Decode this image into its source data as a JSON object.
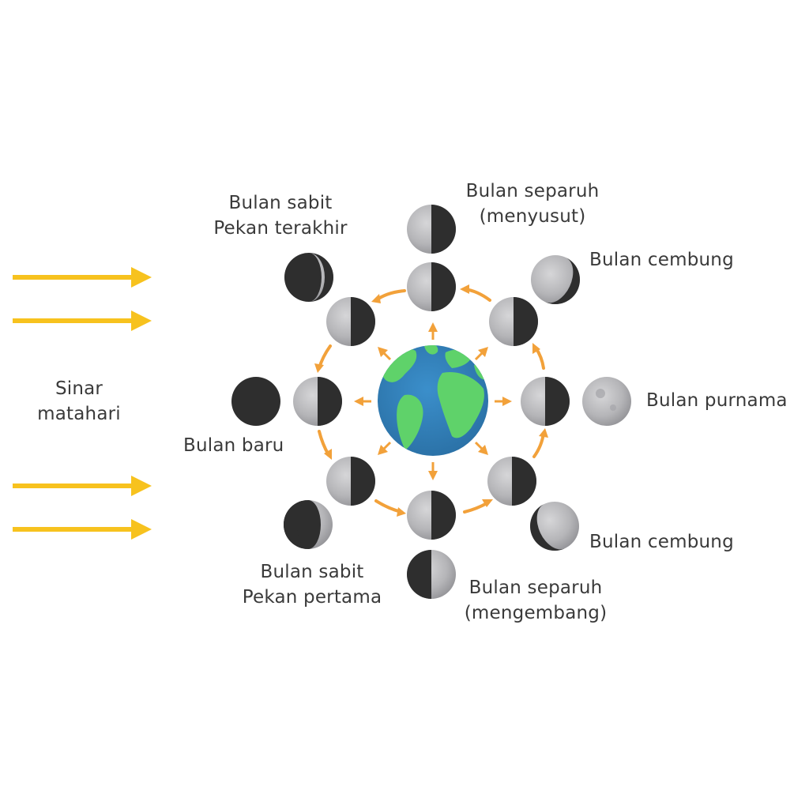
{
  "labels": {
    "sunlight": [
      "Sinar",
      "matahari"
    ],
    "new_moon": [
      "Bulan baru"
    ],
    "waxing_crescent": [
      "Bulan sabit",
      "Pekan pertama"
    ],
    "first_quarter": [
      "Bulan separuh",
      "(mengembang)"
    ],
    "waxing_gibbous": [
      "Bulan cembung"
    ],
    "full_moon": [
      "Bulan purnama"
    ],
    "waning_gibbous": [
      "Bulan cembung"
    ],
    "last_quarter": [
      "Bulan separuh",
      "(menyusut)"
    ],
    "waning_crescent": [
      "Bulan sabit",
      "Pekan terakhir"
    ]
  },
  "colors": {
    "sun_arrow": "#f7c21e",
    "orbit_arrow": "#f2a13a",
    "moon_dark": "#2e2e2e",
    "moon_lit": "#b9b9bb",
    "ocean": "#2f7fb8",
    "land": "#5fd26a",
    "text": "#3a3a3a"
  },
  "icons": {
    "sun_rays": "right-arrow-icon",
    "orbit_direction": "curved-arrow-icon",
    "earth": "globe-icon",
    "moon": "moon-phase-icon"
  }
}
